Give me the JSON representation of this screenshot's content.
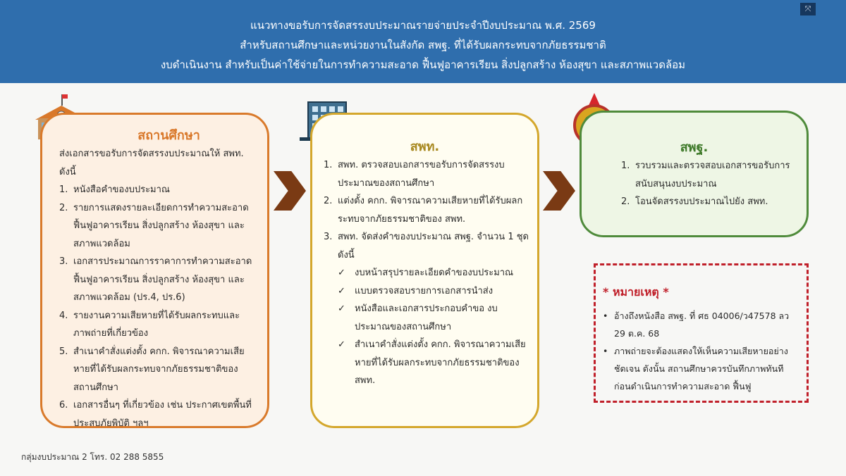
{
  "header": {
    "lines": [
      "แนวทางขอรับการจัดสรรงบประมาณรายจ่ายประจำปีงบประมาณ พ.ศ. 2569",
      "สำหรับสถานศึกษาและหน่วยงานในสังกัด สพฐ. ที่ได้รับผลกระทบจากภัยธรรมชาติ",
      "งบดำเนินงาน สำหรับเป็นค่าใช้จ่ายในการทำความสะอาด ฟื้นฟูอาคารเรียน สิ่งปลูกสร้าง ห้องสุขา และสภาพแวดล้อม"
    ]
  },
  "school": {
    "title": "สถานศึกษา",
    "intro": "ส่งเอกสารขอรับการจัดสรรงบประมาณให้ สพท. ดังนี้",
    "items": [
      {
        "n": "1.",
        "t": "หนังสือคำของบประมาณ"
      },
      {
        "n": "2.",
        "t": "รายการแสดงรายละเอียดการทำความสะอาด ฟื้นฟูอาคารเรียน สิ่งปลูกสร้าง ห้องสุขา และสภาพแวดล้อม"
      },
      {
        "n": "3.",
        "t": "เอกสารประมาณการราคาการทำความสะอาด ฟื้นฟูอาคารเรียน สิ่งปลูกสร้าง ห้องสุขา และสภาพแวดล้อม (ปร.4, ปร.6)"
      },
      {
        "n": "4.",
        "t": "รายงานความเสียหายที่ได้รับผลกระทบและภาพถ่ายที่เกี่ยวข้อง"
      },
      {
        "n": "5.",
        "t": "สำเนาคำสั่งแต่งตั้ง คกก. พิจารณาความเสียหายที่ได้รับผลกระทบจากภัยธรรมชาติของสถานศึกษา"
      },
      {
        "n": "6.",
        "t": "เอกสารอื่นๆ ที่เกี่ยวข้อง เช่น ประกาศเขตพื้นที่ประสบภัยพิบัติ ฯลฯ"
      }
    ]
  },
  "esa": {
    "title": "สพท.",
    "items": [
      {
        "n": "1.",
        "t": "สพท. ตรวจสอบเอกสารขอรับการจัดสรรงบประมาณของสถานศึกษา"
      },
      {
        "n": "2.",
        "t": "แต่งตั้ง คกก. พิจารณาความเสียหายที่ได้รับผลกระทบจากภัยธรรมชาติของ สพท."
      },
      {
        "n": "3.",
        "t": "สพท. จัดส่งคำของบประมาณ สพฐ. จำนวน 1 ชุด ดังนี้"
      }
    ],
    "checks": [
      "งบหน้าสรุปรายละเอียดคำของบประมาณ",
      "แบบตรวจสอบรายการเอกสารนำส่ง",
      "หนังสือและเอกสารประกอบคำขอ งบประมาณของสถานศึกษา",
      "สำเนาคำสั่งแต่งตั้ง คกก. พิจารณาความเสียหายที่ได้รับผลกระทบจากภัยธรรมชาติของ สพท."
    ],
    "check_mark": "✓"
  },
  "obec": {
    "title": "สพฐ.",
    "items": [
      {
        "n": "1.",
        "t": "รวบรวมและตรวจสอบเอกสารขอรับการสนับสนุนงบประมาณ"
      },
      {
        "n": "2.",
        "t": "โอนจัดสรรงบประมาณไปยัง สพท."
      }
    ]
  },
  "note": {
    "title": "*  หมายเหตุ *",
    "bullet": "•",
    "items": [
      "อ้างถึงหนังสือ สพฐ. ที่ ศธ 04006/ว47578 ลว 29 ต.ค. 68",
      "ภาพถ่ายจะต้องแสดงให้เห็นความเสียหายอย่างชัดเจน ดังนั้น สถานศึกษาควรบันทึกภาพทันทีก่อนดำเนินการทำความสะอาด ฟื้นฟู"
    ]
  },
  "footer": "กลุ่มงบประมาณ 2 โทร. 02 288 5855",
  "fullscreen_icon": "⤧"
}
